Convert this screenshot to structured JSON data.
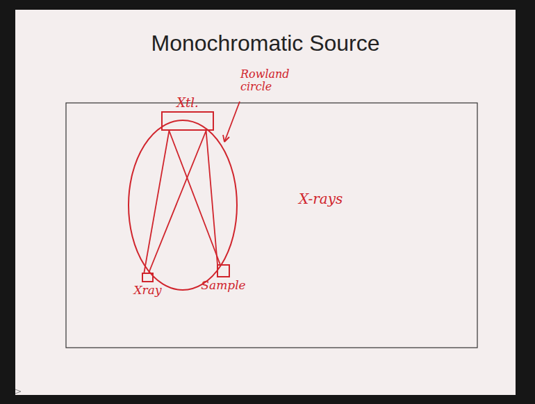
{
  "diagram": {
    "title": "Monochromatic Source",
    "nodes": [
      {
        "text": [
          "Xtl."
        ]
      },
      {
        "text": [
          "Xray"
        ]
      },
      {
        "text": [
          "Sample"
        ]
      }
    ],
    "edges": [
      {
        "from": 1,
        "to": 0,
        "arrow": "none"
      },
      {
        "from": 1,
        "to": 0,
        "arrow": "none"
      },
      {
        "from": 0,
        "to": 2,
        "arrow": "none"
      },
      {
        "from": 0,
        "to": 2,
        "arrow": "none"
      }
    ],
    "labels": [
      "Rowland circle",
      "X-rays"
    ]
  }
}
